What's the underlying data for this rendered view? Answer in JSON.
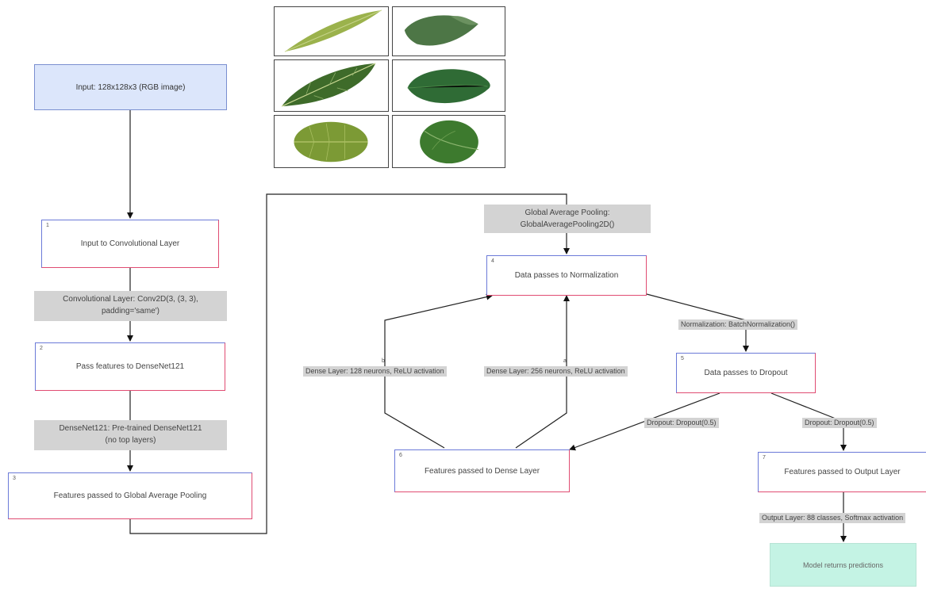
{
  "diagram": {
    "input": "Input: 128x128x3 (RGB image)",
    "output": "Model returns predictions",
    "steps": [
      {
        "num": "1",
        "label": "Input to Convolutional Layer"
      },
      {
        "num": "2",
        "label": "Pass features to DenseNet121"
      },
      {
        "num": "3",
        "label": "Features passed to Global Average Pooling"
      },
      {
        "num": "4",
        "label": "Data passes to Normalization"
      },
      {
        "num": "5",
        "label": "Data passes to Dropout"
      },
      {
        "num": "6",
        "label": "Features passed to Dense Layer"
      },
      {
        "num": "7",
        "label": "Features passed to Output Layer"
      }
    ],
    "edge_labels": {
      "conv": "Convolutional Layer: Conv2D(3, (3, 3),\npadding='same')",
      "densenet": "DenseNet121: Pre-trained DenseNet121\n(no top layers)",
      "gap": "Global Average Pooling:\nGlobalAveragePooling2D()",
      "norm": "Normalization: BatchNormalization()",
      "dropout_a": "Dropout: Dropout(0.5)",
      "dropout_b": "Dropout: Dropout(0.5)",
      "dense_b": "Dense Layer: 128 neurons, ReLU activation",
      "dense_a": "Dense Layer: 256 neurons, ReLU activation",
      "output": "Output Layer: 88 classes, Softmax activation"
    },
    "branch_tags": {
      "b": "b",
      "a": "a"
    },
    "leaf_images": [
      "narrow-leaf",
      "broad-leaf",
      "serrated-leaf",
      "oval-leaf",
      "round-leaf",
      "veined-leaf"
    ]
  }
}
